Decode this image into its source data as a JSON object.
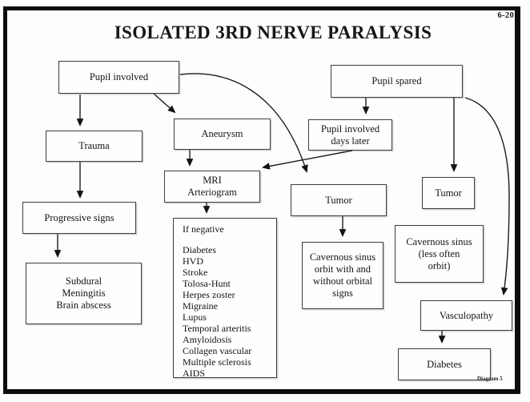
{
  "page": {
    "corner_label": "6-20",
    "title": "ISOLATED 3RD NERVE PARALYSIS",
    "footnote": "Diagram 5",
    "ink_color": "#141414",
    "paper_color": "#fdfdfc"
  },
  "nodes": {
    "pupil_involved": "Pupil involved",
    "pupil_spared": "Pupil spared",
    "trauma": "Trauma",
    "aneurysm": "Aneurysm",
    "pupil_involved_days_later": "Pupil involved\ndays later",
    "mri_arteriogram": "MRI\nArteriogram",
    "progressive_signs": "Progressive signs",
    "subdural_group": "Subdural\nMeningitis\nBrain abscess",
    "tumor_left": "Tumor",
    "tumor_right": "Tumor",
    "cavernous_sinus_orbit": "Cavernous sinus\norbit with and\nwithout orbital\nsigns",
    "cavernous_sinus_less_often": "Cavernous sinus\n(less often\norbit)",
    "vasculopathy": "Vasculopathy",
    "diabetes": "Diabetes",
    "if_negative": {
      "heading": "If negative",
      "items": [
        "Diabetes",
        "HVD",
        "Stroke",
        "Tolosa-Hunt",
        "Herpes zoster",
        "Migraine",
        "Lupus",
        "Temporal arteritis",
        "Amyloidosis",
        "Collagen vascular",
        "Multiple sclerosis",
        "AIDS"
      ]
    }
  }
}
